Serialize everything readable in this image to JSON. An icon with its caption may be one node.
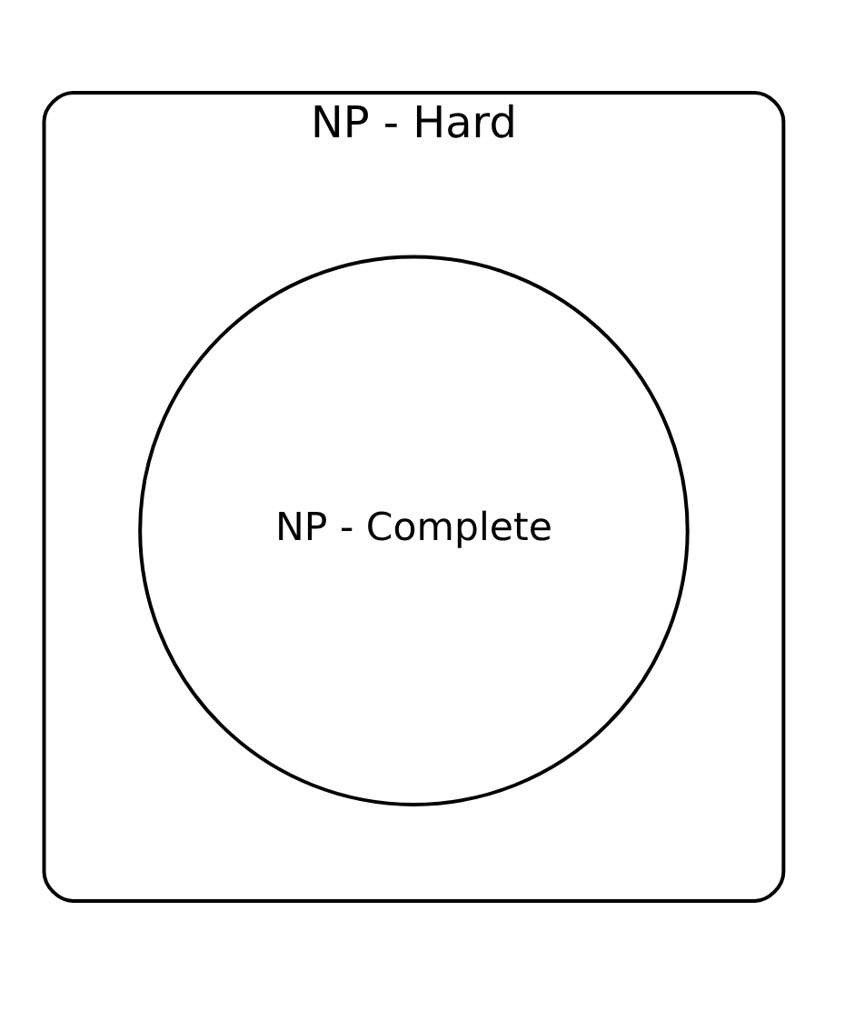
{
  "diagram": {
    "nodes": [
      {
        "text": [
          "NP - Hard"
        ]
      },
      {
        "text": [
          "NP - Complete"
        ],
        "in": 0
      }
    ]
  }
}
